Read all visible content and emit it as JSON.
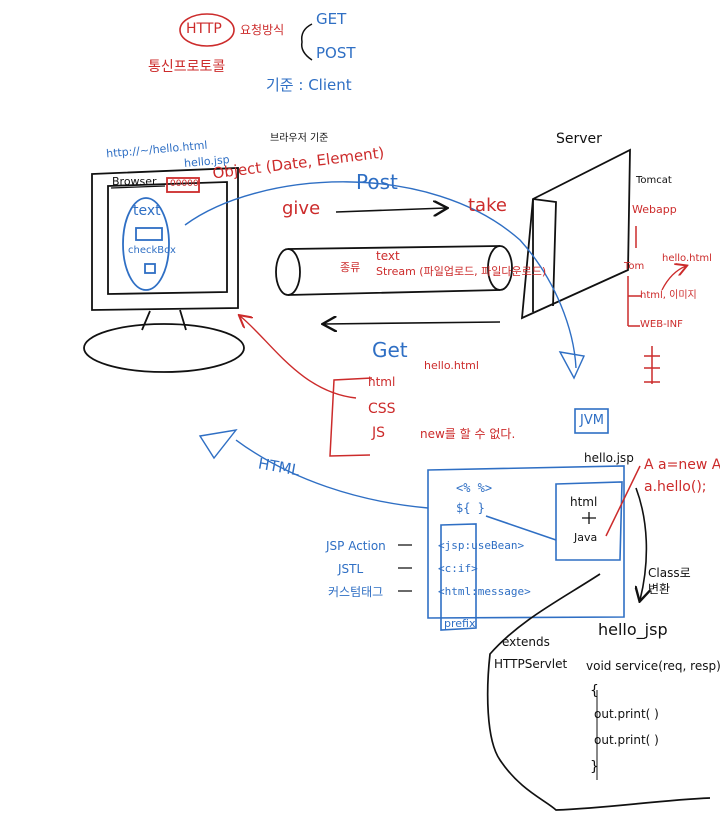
{
  "header": {
    "http": "HTTP",
    "request_method": "요청방식",
    "get": "GET",
    "post": "POST",
    "protocol": "통신프로토콜",
    "basis": "기준 : Client"
  },
  "browser": {
    "url1": "http://~/hello.html",
    "url2": "hello.jsp",
    "title": "Browser",
    "tag": "00000",
    "form_text": "text",
    "form_checkbox": "checkBox",
    "send_note": "브라우저 기준",
    "object_label": "Object (Date, Element)"
  },
  "flow": {
    "post": "Post",
    "give": "give",
    "take": "take",
    "kind_label": "종류",
    "kind_text": "text",
    "kind_stream": "Stream (파일업로드, 파일다운로드)",
    "get": "Get",
    "hello_html": "hello.html",
    "html": "html",
    "css": "CSS",
    "js": "JS",
    "js_note": "new를 할 수 없다.",
    "html_arrow": "HTML"
  },
  "server": {
    "title": "Server",
    "tomcat": "Tomcat",
    "webapp": "Webapp",
    "tom": "Tom",
    "hello_html": "hello.html",
    "html_img": "html, 이미지",
    "web_inf": "WEB-INF"
  },
  "jsp": {
    "jvm": "JVM",
    "hello_jsp": "hello.jsp",
    "script_tag": "<% %>",
    "el": "${ }",
    "html_box": "html",
    "plus": "+",
    "java": "Java",
    "a_new": "A a=new A();",
    "a_hello": "a.hello();",
    "use_bean": "<jsp:useBean>",
    "c_if": "<c:if>",
    "html_message": "<html:message>",
    "prefix": "prefix",
    "jsp_action": "JSP Action",
    "jstl": "JSTL",
    "custom_tag": "커스텀태그",
    "class_convert": "Class로 변환"
  },
  "servlet": {
    "class_name": "hello_jsp",
    "extends": "extends",
    "parent": "HTTPServlet",
    "service": "void service(req, resp)",
    "open_brace": "{",
    "print1": "out.print( )",
    "print2": "out.print( )",
    "close_brace": "}"
  },
  "colors": {
    "ink_black": "#111111",
    "ink_red": "#cc2b2b",
    "ink_blue": "#2f6fc4"
  }
}
